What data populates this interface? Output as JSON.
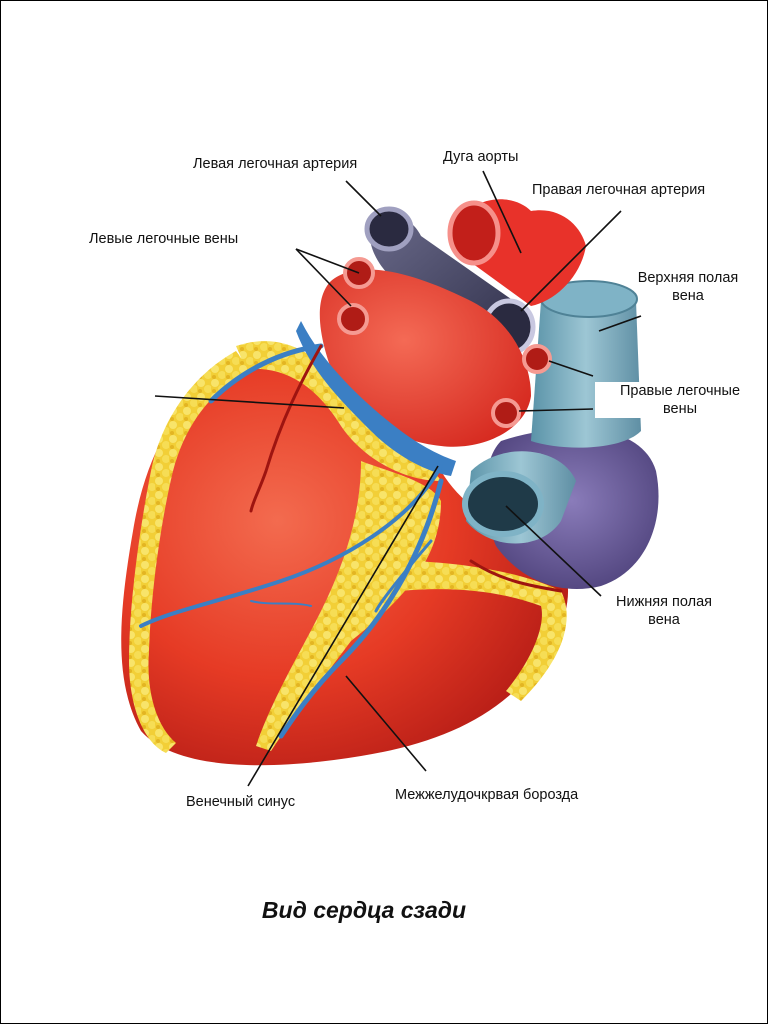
{
  "labels": {
    "left_pulmonary_artery": "Левая легочная артерия",
    "aortic_arch": "Дуга аорты",
    "right_pulmonary_artery": "Правая легочная артерия",
    "left_pulmonary_veins": "Левые легочные вены",
    "superior_vena_cava_line1": "Верхняя полая",
    "superior_vena_cava_line2": "вена",
    "right_pulmonary_veins_line1": "Правые легочные",
    "right_pulmonary_veins_line2": "вены",
    "inferior_vena_cava_line1": "Нижняя полая",
    "inferior_vena_cava_line2": "вена",
    "coronary_sinus": "Венечный синус",
    "interventricular_groove": "Межжелудочкрвая борозда"
  },
  "caption": "Вид сердца сзади",
  "colors": {
    "muscle": "#e63b25",
    "muscle_dark": "#b8211a",
    "fat": "#f3d23a",
    "vein_blue": "#3b7fc4",
    "pulmonary_artery": "#4a4a6a",
    "vena_cava": "#7fb3c6",
    "atrium_purple": "#6e5f9e"
  }
}
